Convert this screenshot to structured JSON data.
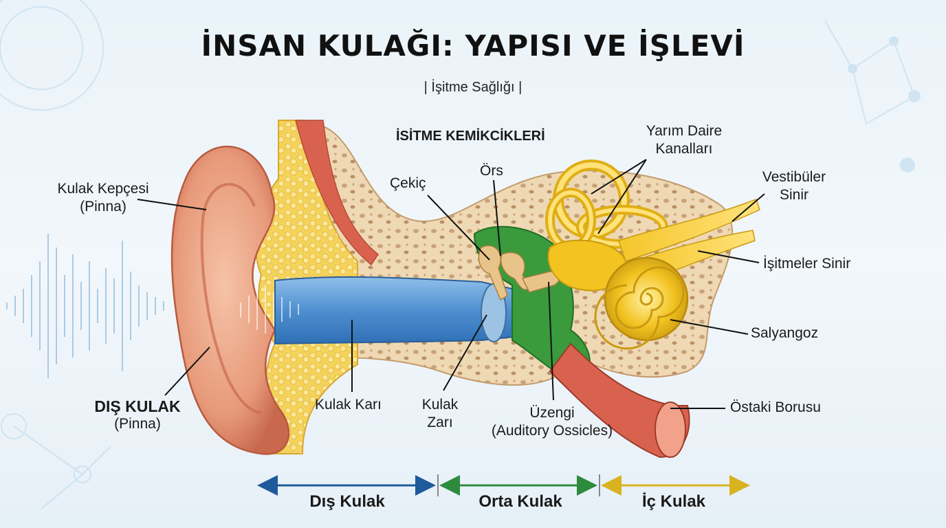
{
  "title": "İNSAN KULAĞI: YAPISI VE İŞLEVİ",
  "subtitle": "| İşitme Sağlığı |",
  "ossicles_heading": "İSİTME KEMİKCİKLERİ",
  "labels": {
    "pinna_line1": "Kulak Kepçesi",
    "pinna_line2": "(Pinna)",
    "outer_ear_line1": "DIŞ KULAK",
    "outer_ear_line2": "(Pinna)",
    "earwax": "Kulak Karı",
    "eardrum_line1": "Kulak",
    "eardrum_line2": "Zarı",
    "hammer": "Çekiç",
    "anvil": "Örs",
    "stirrup_line1": "Üzengi",
    "stirrup_line2": "(Auditory Ossicles)",
    "canals_line1": "Yarım Daire",
    "canals_line2": "Kanalları",
    "vestibular_line1": "Vestibüler",
    "vestibular_line2": "Sinir",
    "auditory_nerve": "İşitmeler Sinir",
    "cochlea": "Salyangoz",
    "eustachian": "Östaki Borusu"
  },
  "sections": {
    "outer": "Dış Kulak",
    "middle": "Orta Kulak",
    "inner": "İç Kulak"
  },
  "colors": {
    "outer_arrow": "#1e5a9c",
    "middle_arrow": "#2e8b3e",
    "inner_arrow": "#d9b21f",
    "skin": "#e9a080",
    "canal": "#4f8fd0",
    "middle_ear": "#3a9a3c",
    "cochlea": "#f3c321",
    "bone": "#efd9b4"
  }
}
